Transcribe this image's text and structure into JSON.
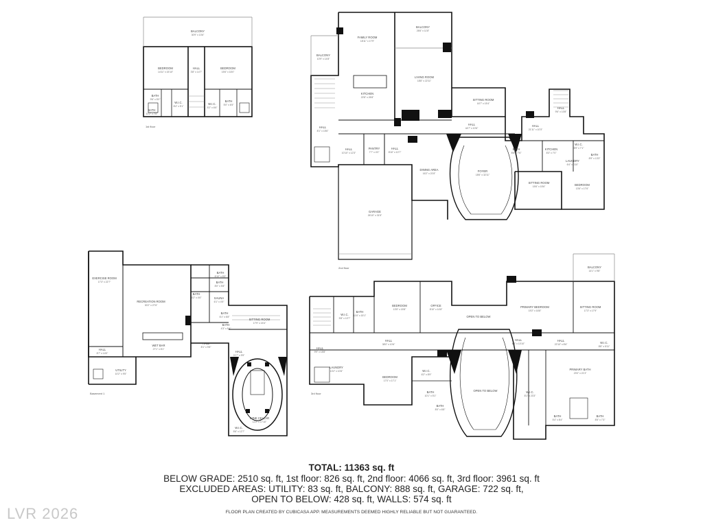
{
  "floors": {
    "first": {
      "label": "1st floor",
      "rooms": [
        {
          "name": "BALCONY",
          "dim": "30'9\" x 13'6\""
        },
        {
          "name": "BEDROOM",
          "dim": "14'11\" x 15'10\""
        },
        {
          "name": "HALL",
          "dim": "3'8\" x 14'7\""
        },
        {
          "name": "BEDROOM",
          "dim": "15'6\" x 16'0\""
        },
        {
          "name": "BATH",
          "dim": "9'6\" x 5'0\""
        },
        {
          "name": "W.I.C.",
          "dim": "8'4\" x 5'1\""
        },
        {
          "name": "BATH",
          "dim": "5'0\" x 6'5\""
        },
        {
          "name": "W.I.C.",
          "dim": "5'2\" x 6'6\""
        },
        {
          "name": "BATH",
          "dim": "10'2\" x 7'6\""
        }
      ]
    },
    "second": {
      "label": "2nd floor",
      "rooms": [
        {
          "name": "FAMILY ROOM",
          "dim": "18'11\" x 17'9\""
        },
        {
          "name": "BALCONY",
          "dim": "26'6\" x 11'8\""
        },
        {
          "name": "BALCONY",
          "dim": "10'9\" x 14'8\""
        },
        {
          "name": "KITCHEN",
          "dim": "22'8\" x 26'8\""
        },
        {
          "name": "LIVING ROOM",
          "dim": "18'8\" x 22'11\""
        },
        {
          "name": "SITTING ROOM",
          "dim": "16'7\" x 15'4\""
        },
        {
          "name": "HALL",
          "dim": "9'6\" x 10'8\""
        },
        {
          "name": "HALL",
          "dim": "8'1\" x 15'6\""
        },
        {
          "name": "HALL",
          "dim": "44'7\" x 10'6\""
        },
        {
          "name": "HALL",
          "dim": "21'11\" x 10'3\""
        },
        {
          "name": "HALL",
          "dim": "10'10\" x 12'3\""
        },
        {
          "name": "PANTRY",
          "dim": "7'7\" x 4'0\""
        },
        {
          "name": "HALL",
          "dim": "8'10\" x 10'7\""
        },
        {
          "name": "BATH",
          "dim": "8'6\" x 7'6\""
        },
        {
          "name": "KITCHEN",
          "dim": "8'3\" x 7'0\""
        },
        {
          "name": "W.I.C.",
          "dim": "5'9\" x 7'1\""
        },
        {
          "name": "BATH",
          "dim": "8'9\" x 13'3\""
        },
        {
          "name": "LAUNDRY",
          "dim": "6'4\" x 6'10\""
        },
        {
          "name": "DINING AREA",
          "dim": "16'2\" x 21'8\""
        },
        {
          "name": "FOYER",
          "dim": "18'6\" x 32'11\""
        },
        {
          "name": "SITTING ROOM",
          "dim": "15'6\" x 15'6\""
        },
        {
          "name": "BEDROOM",
          "dim": "13'6\" x 17'6\""
        },
        {
          "name": "GARAGE",
          "dim": "26'10\" x 31'5\""
        }
      ]
    },
    "basement": {
      "label": "Basement 1",
      "rooms": [
        {
          "name": "EXERCISE ROOM",
          "dim": "17'3\" x 22'7\""
        },
        {
          "name": "RECREATION ROOM",
          "dim": "30'2\" x 27'6\""
        },
        {
          "name": "BATH",
          "dim": "6'10\" x 8'3\""
        },
        {
          "name": "BATH",
          "dim": "6'2\" x 4'6\""
        },
        {
          "name": "SAUNA",
          "dim": "6'1\" x 4'5\""
        },
        {
          "name": "BATH",
          "dim": "8'0\" x 5'8\""
        },
        {
          "name": "BATH",
          "dim": "6'1\" x 6'8\""
        },
        {
          "name": "BATH",
          "dim": "4'3\" x 5'4\""
        },
        {
          "name": "HALL",
          "dim": "8'1\" x 9'8\""
        },
        {
          "name": "WET BAR",
          "dim": "27'1\" x 8'1\""
        },
        {
          "name": "SITTING ROOM",
          "dim": "17'9\" x 15'4\""
        },
        {
          "name": "HALL",
          "dim": "21'7\" x 9'9\""
        },
        {
          "name": "HALL",
          "dim": "8'7\" x 14'0\""
        },
        {
          "name": "UTILITY",
          "dim": "10'2\" x 9'5\""
        },
        {
          "name": "WINE CELLAR",
          "dim": "12'2\" x 17'10\""
        },
        {
          "name": "W.I.C.",
          "dim": "5'6\" x 12'7\""
        }
      ]
    },
    "third": {
      "label": "3rd floor",
      "rooms": [
        {
          "name": "BALCONY",
          "dim": "14'1\" x 9'8\""
        },
        {
          "name": "BEDROOM",
          "dim": "13'5\" x 15'8\""
        },
        {
          "name": "OFFICE",
          "dim": "8'10\" x 14'8\""
        },
        {
          "name": "OPEN TO BELOW",
          "dim": ""
        },
        {
          "name": "PRIMARY BEDROOM",
          "dim": "19'2\" x 16'8\""
        },
        {
          "name": "SITTING ROOM",
          "dim": "17'3\" x 17'9\""
        },
        {
          "name": "W.I.C.",
          "dim": "5'8\" x 10'7\""
        },
        {
          "name": "BATH",
          "dim": "11'6\" x 15'1\""
        },
        {
          "name": "HALL",
          "dim": "9'9\" x 15'8\""
        },
        {
          "name": "HALL",
          "dim": "38'0\" x 10'6\""
        },
        {
          "name": "HALL",
          "dim": "8'4\" x 10'10\""
        },
        {
          "name": "HALL",
          "dim": "22'10\" x 8'6\""
        },
        {
          "name": "W.I.C.",
          "dim": "8'8\" x 5'11\""
        },
        {
          "name": "LAUNDRY",
          "dim": "13'2\" x 10'6\""
        },
        {
          "name": "BEDROOM",
          "dim": "17'0\" x 17'1\""
        },
        {
          "name": "W.I.C.",
          "dim": "6'2\" x 8'9\""
        },
        {
          "name": "BATH",
          "dim": "10'1\" x 5'1\""
        },
        {
          "name": "BATH",
          "dim": "8'0\" x 6'8\""
        },
        {
          "name": "OPEN TO BELOW",
          "dim": ""
        },
        {
          "name": "PRIMARY BATH",
          "dim": "23'0\" x 21'3\""
        },
        {
          "name": "W.I.C.",
          "dim": "8'1\" x 23'3\""
        },
        {
          "name": "BATH",
          "dim": "5'4\" x 8'4\""
        },
        {
          "name": "BATH",
          "dim": "8'5\" x 7'3\""
        }
      ]
    }
  },
  "summary": {
    "total": "TOTAL: 11363 sq. ft",
    "line1": "BELOW GRADE: 2510 sq. ft, 1st floor: 826 sq. ft, 2nd floor: 4066 sq. ft, 3rd floor: 3961 sq. ft",
    "line2": "EXCLUDED AREAS: UTILITY: 83 sq. ft, BALCONY: 888 sq. ft, GARAGE: 722 sq. ft,",
    "line3": "OPEN TO BELOW: 428 sq. ft, WALLS: 574 sq. ft"
  },
  "footer": "FLOOR PLAN CREATED BY CUBICASA APP. MEASUREMENTS DEEMED HIGHLY RELIABLE BUT NOT GUARANTEED.",
  "watermark": "LVR 2026",
  "colors": {
    "wall": "#111111",
    "line": "#777777",
    "watermark": "#c8c8c8"
  }
}
